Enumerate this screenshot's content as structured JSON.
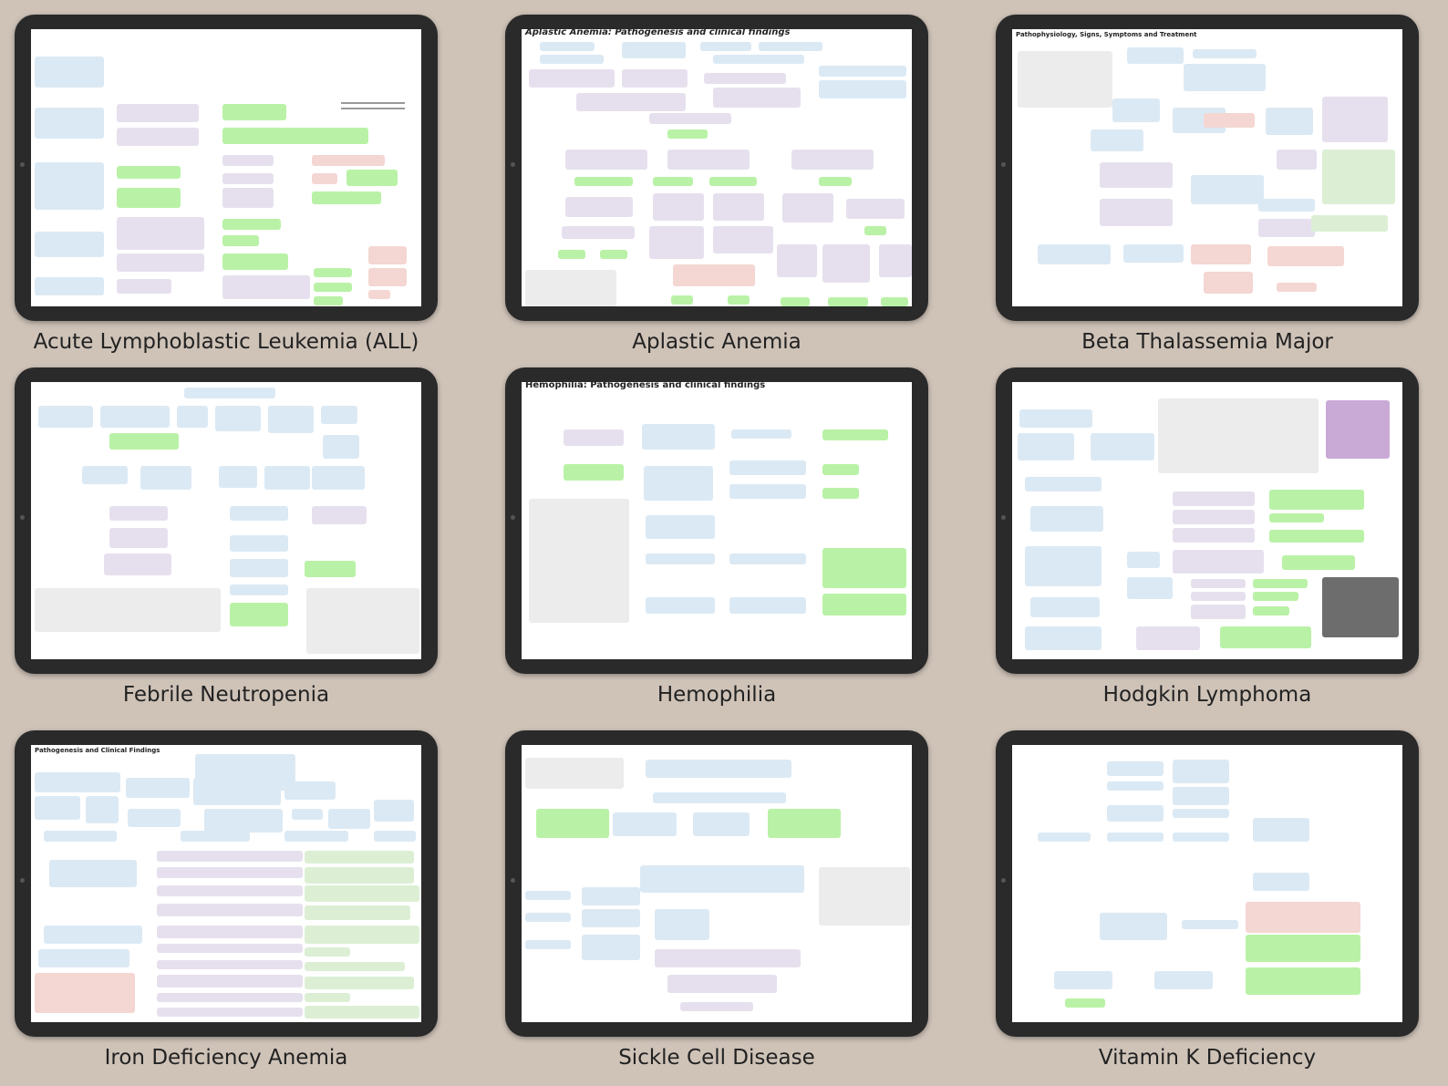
{
  "cards": [
    {
      "label": "Acute Lymphoblastic Leukemia (ALL)",
      "screen_title": ""
    },
    {
      "label": "Aplastic Anemia",
      "screen_title": "Aplastic Anemia: Pathogenesis and clinical findings"
    },
    {
      "label": "Beta Thalassemia Major",
      "screen_title": "Pathophysiology, Signs, Symptoms and Treatment"
    },
    {
      "label": "Febrile Neutropenia",
      "screen_title": ""
    },
    {
      "label": "Hemophilia",
      "screen_title": "Hemophilia: Pathogenesis and clinical findings"
    },
    {
      "label": "Hodgkin Lymphoma",
      "screen_title": ""
    },
    {
      "label": "Iron Deficiency Anemia",
      "screen_title": "Pathogenesis and Clinical Findings"
    },
    {
      "label": "Sickle Cell Disease",
      "screen_title": ""
    },
    {
      "label": "Vitamin K Deficiency",
      "screen_title": "Vitamin K Deficiency: Pathogenesis and clinical findings"
    }
  ],
  "colors": {
    "background": "#cfc3b8",
    "bezel": "#2a2a2a",
    "node_blue": "#dbe9f4",
    "node_purple": "#e6e0ee",
    "node_green": "#b9f2a6",
    "node_pink": "#f4d6d2"
  }
}
